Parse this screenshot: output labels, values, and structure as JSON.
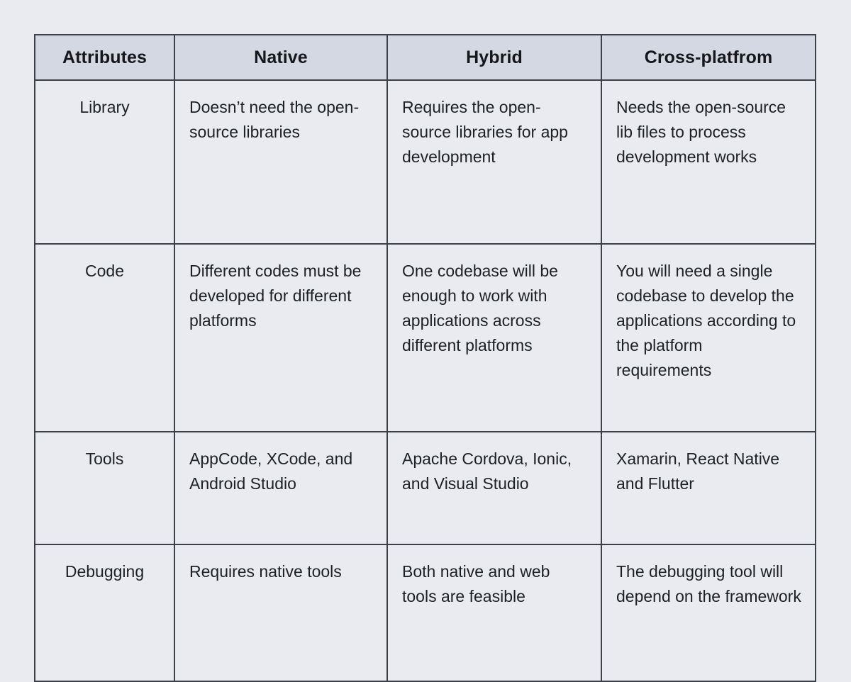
{
  "table": {
    "columns": [
      {
        "key": "attributes",
        "label": "Attributes"
      },
      {
        "key": "native",
        "label": "Native"
      },
      {
        "key": "hybrid",
        "label": "Hybrid"
      },
      {
        "key": "cross_platform",
        "label": "Cross-platfrom"
      }
    ],
    "rows": [
      {
        "attribute": "Library",
        "native": "Doesn’t need the open-source libraries",
        "hybrid": "Requires the open-source libraries for app development",
        "cross_platform": "Needs the open-source lib files to process development works"
      },
      {
        "attribute": "Code",
        "native": "Different codes must be developed for different platforms",
        "hybrid": "One codebase will be enough to work with applications across different platforms",
        "cross_platform": "You will need a single codebase to develop the applications according to the platform requirements"
      },
      {
        "attribute": "Tools",
        "native": "AppCode, XCode, and Android Studio",
        "hybrid": "Apache Cordova, Ionic, and Visual Studio",
        "cross_platform": "Xamarin, React Native and Flutter"
      },
      {
        "attribute": "Debugging",
        "native": "Requires native tools",
        "hybrid": "Both native and web tools are feasible",
        "cross_platform": "The debugging tool will depend on the framework"
      }
    ]
  },
  "colors": {
    "page_background": "#e9ebf0",
    "header_background": "#d4d8e2",
    "cell_background": "#e9ebf0",
    "border": "#3c4049",
    "header_text": "#15171c",
    "body_text": "#1d2025"
  }
}
